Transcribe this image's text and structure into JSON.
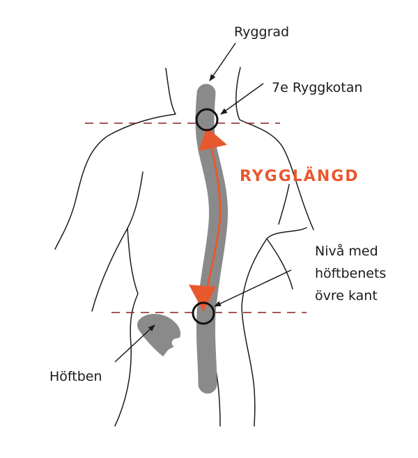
{
  "labels": {
    "spine": "Ryggrad",
    "c7": "7e Ryggkotan",
    "back_length": "RYGGLÄNGD",
    "hip_level_line1": "Nivå med",
    "hip_level_line2": "höftbenets",
    "hip_level_line3": "övre kant",
    "hip_bone": "Höftben"
  },
  "colors": {
    "accent": "#e8582f",
    "spine": "#8a8a8a",
    "guide_line": "#8b1f1f",
    "outline": "#1a1a1a"
  }
}
